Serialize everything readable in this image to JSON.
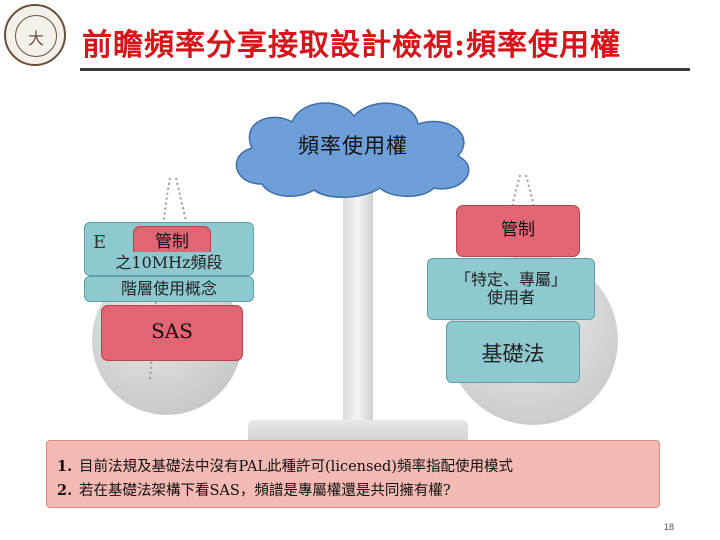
{
  "header": {
    "title": "前瞻頻率分享接取設計檢視:頻率使用權",
    "logo_mark": "大"
  },
  "diagram": {
    "cloud_label": "頻率使用權",
    "left": {
      "ghost_text": "E",
      "tag": "管制",
      "line2": "之10MHz頻段",
      "line3": "階層使用概念",
      "bottom": "SAS"
    },
    "right": {
      "top": "管制",
      "mid_line1": "「特定、專屬」",
      "mid_line2": "使用者",
      "bottom": "基礎法"
    }
  },
  "note": {
    "items": [
      {
        "num": "1.",
        "text": "目前法規及基礎法中沒有PAL此種許可(licensed)頻率指配使用模式"
      },
      {
        "num": "2.",
        "text": "若在基礎法架構下看SAS，頻譜是專屬權還是共同擁有權?"
      }
    ]
  },
  "page_number": "18",
  "colors": {
    "title": "#d8141b",
    "teal_box": "#8fc9d0",
    "rose_box": "#e06673",
    "cloud": "#6f9fd8",
    "note_bg": "#f3b9b3"
  }
}
